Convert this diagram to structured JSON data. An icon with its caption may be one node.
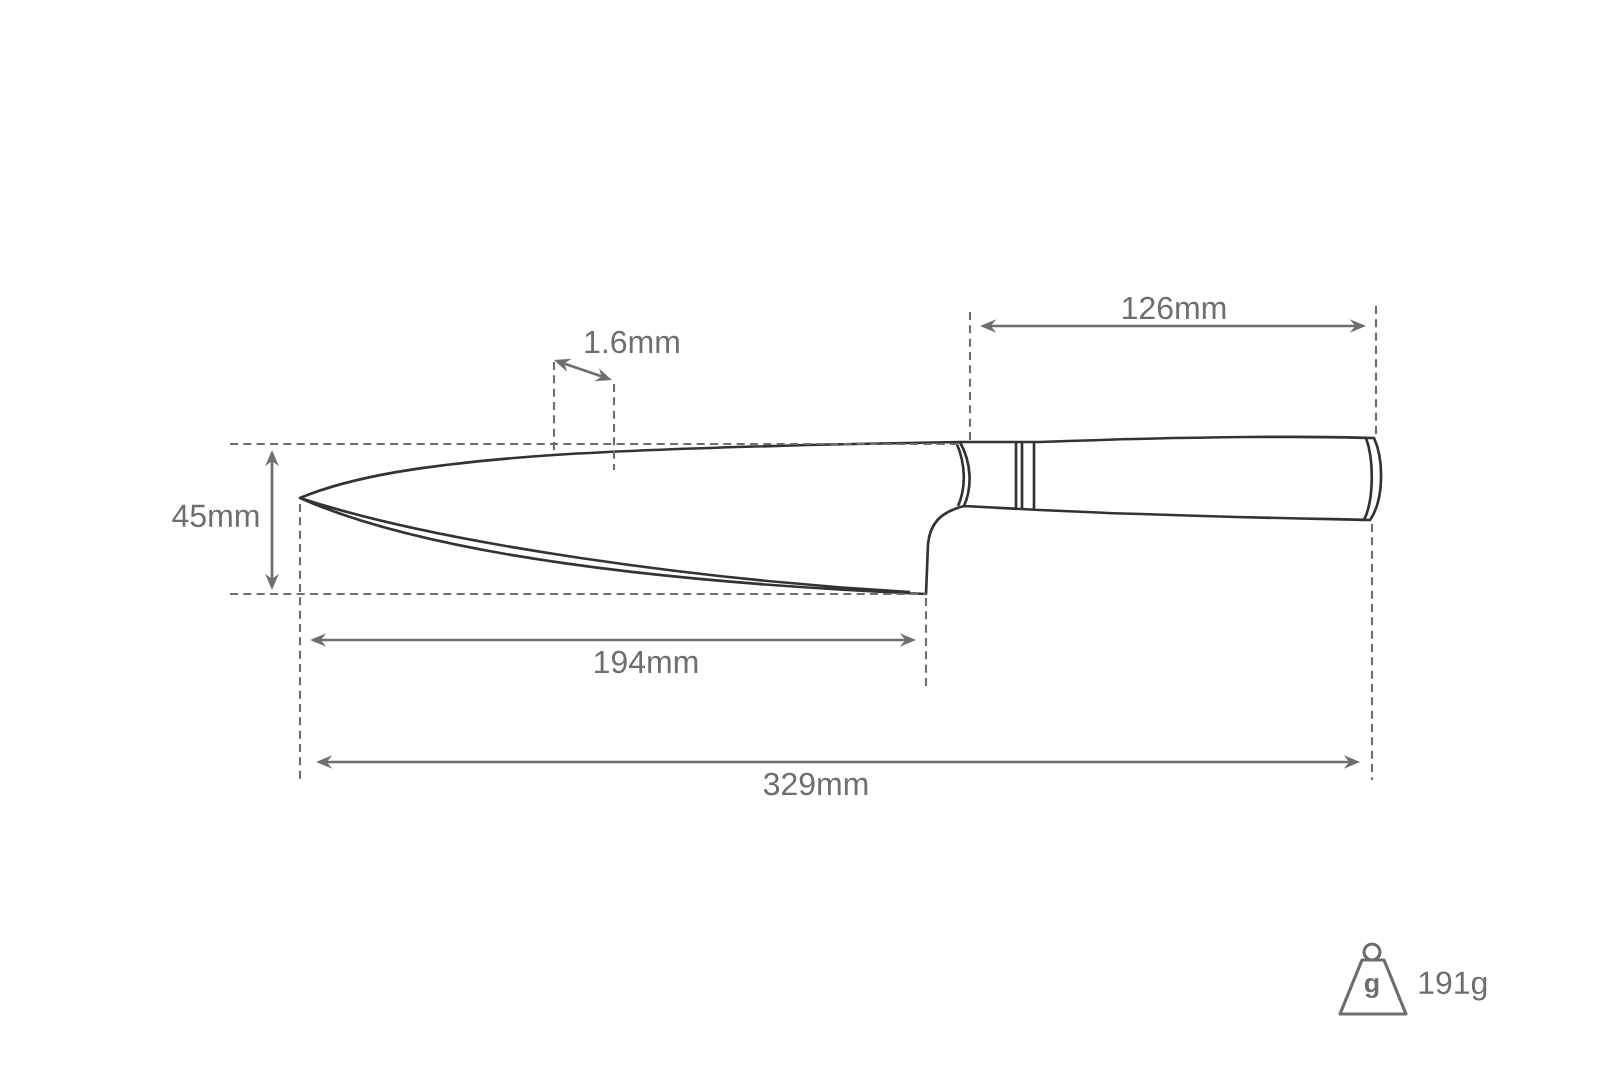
{
  "diagram": {
    "labels": [
      "1.6mm",
      "126mm",
      "45mm",
      "194mm",
      "329mm",
      "g",
      "191g"
    ]
  }
}
